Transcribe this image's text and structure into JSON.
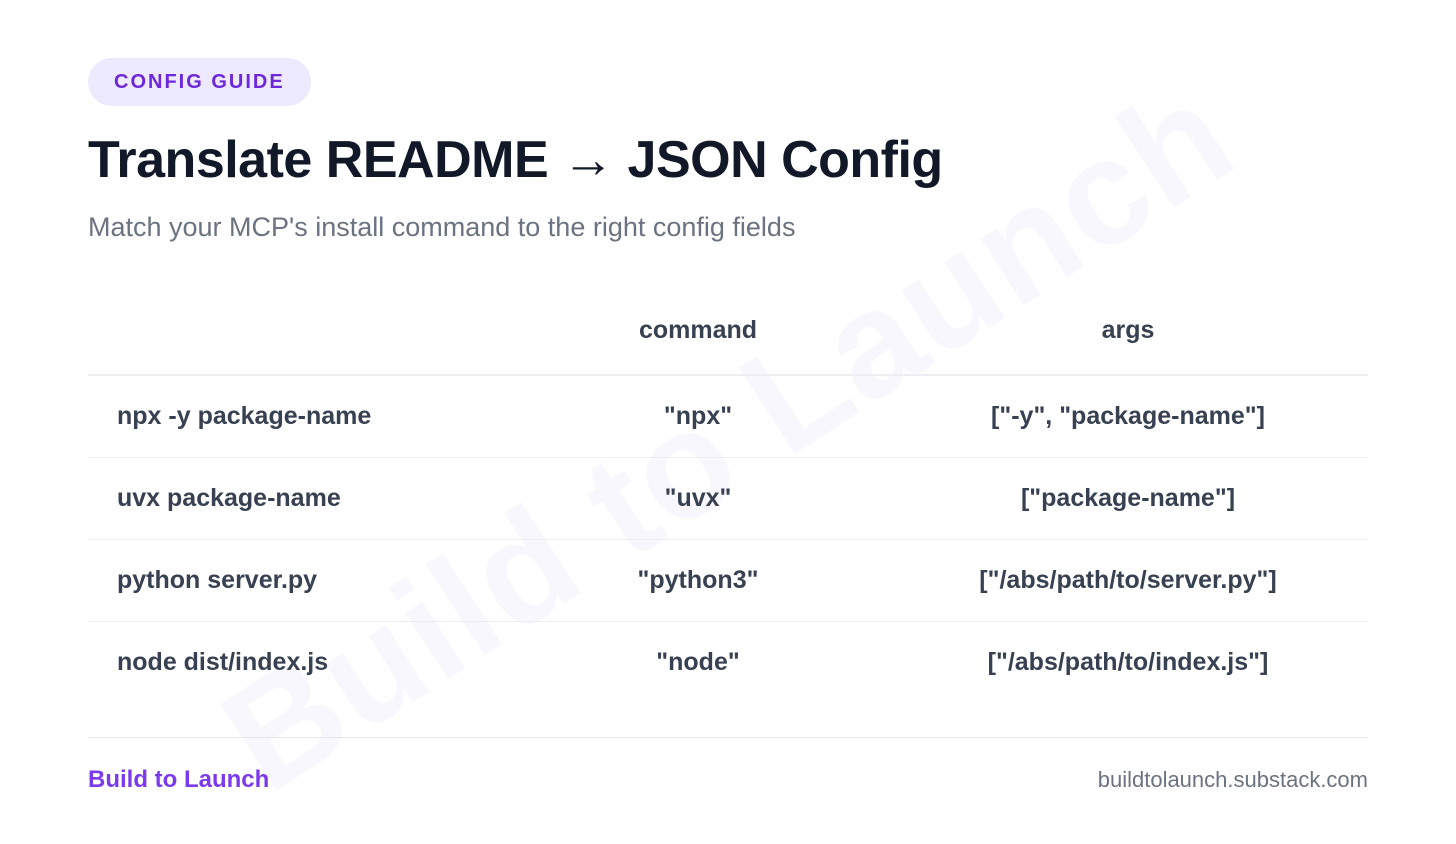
{
  "watermark": "Build to Launch",
  "badge": "CONFIG GUIDE",
  "title": "Translate README → JSON Config",
  "subtitle": "Match your MCP's install command to the right config fields",
  "table": {
    "headers": [
      "",
      "command",
      "args"
    ],
    "rows": [
      [
        "npx -y package-name",
        "\"npx\"",
        "[\"-y\", \"package-name\"]"
      ],
      [
        "uvx package-name",
        "\"uvx\"",
        "[\"package-name\"]"
      ],
      [
        "python server.py",
        "\"python3\"",
        "[\"/abs/path/to/server.py\"]"
      ],
      [
        "node dist/index.js",
        "\"node\"",
        "[\"/abs/path/to/index.js\"]"
      ]
    ]
  },
  "footer": {
    "brand": "Build to Launch",
    "site": "buildtolaunch.substack.com"
  },
  "colors": {
    "accent": "#7c3aed",
    "badge_bg": "#ede9fe",
    "title": "#111827",
    "muted": "#6b7280"
  }
}
